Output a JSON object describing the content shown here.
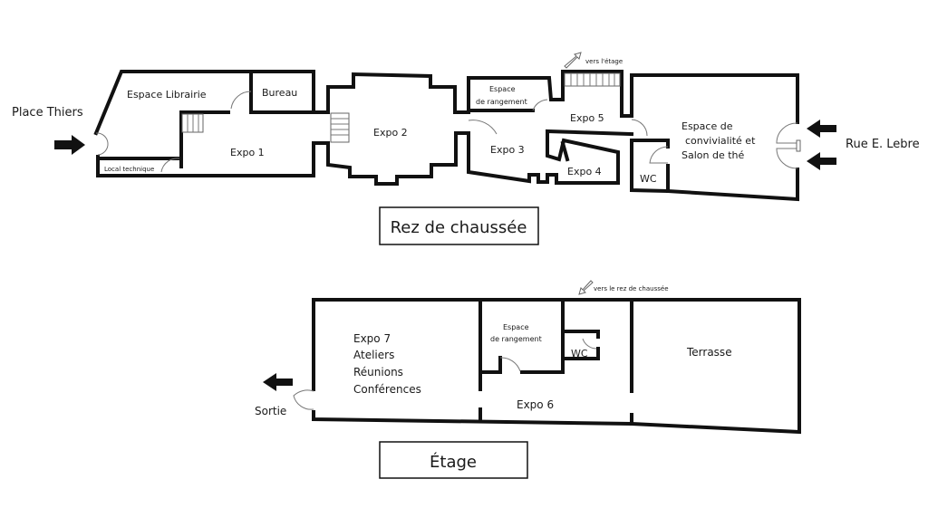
{
  "floors": {
    "ground": {
      "title": "Rez de chaussée",
      "rooms": {
        "librairie": "Espace Librairie",
        "bureau": "Bureau",
        "expo1": "Expo 1",
        "local_technique": "Local technique",
        "expo2": "Expo 2",
        "rangement_line1": "Espace",
        "rangement_line2": "de rangement",
        "expo3": "Expo 3",
        "expo4": "Expo 4",
        "expo5": "Expo 5",
        "wc": "WC",
        "convivialite_line1": "Espace de",
        "convivialite_line2": "convivialité et",
        "convivialite_line3": "Salon de thé"
      },
      "stairs_label": "vers l'étage",
      "entrances": {
        "left": "Place Thiers",
        "right": "Rue E. Lebre"
      }
    },
    "upper": {
      "title": "Étage",
      "rooms": {
        "expo7_line1": "Expo 7",
        "expo7_line2": "Ateliers",
        "expo7_line3": "Réunions",
        "expo7_line4": "Conférences",
        "rangement_line1": "Espace",
        "rangement_line2": "de rangement",
        "wc": "WC",
        "expo6": "Expo 6",
        "terrasse": "Terrasse"
      },
      "stairs_label": "vers le rez de chaussée",
      "exit": "Sortie"
    }
  },
  "icons": {
    "entrance_arrow": "arrow-right-icon",
    "exit_arrow": "arrow-left-icon",
    "stairs_up": "arrow-up-right-icon",
    "stairs_down": "arrow-down-left-icon"
  }
}
